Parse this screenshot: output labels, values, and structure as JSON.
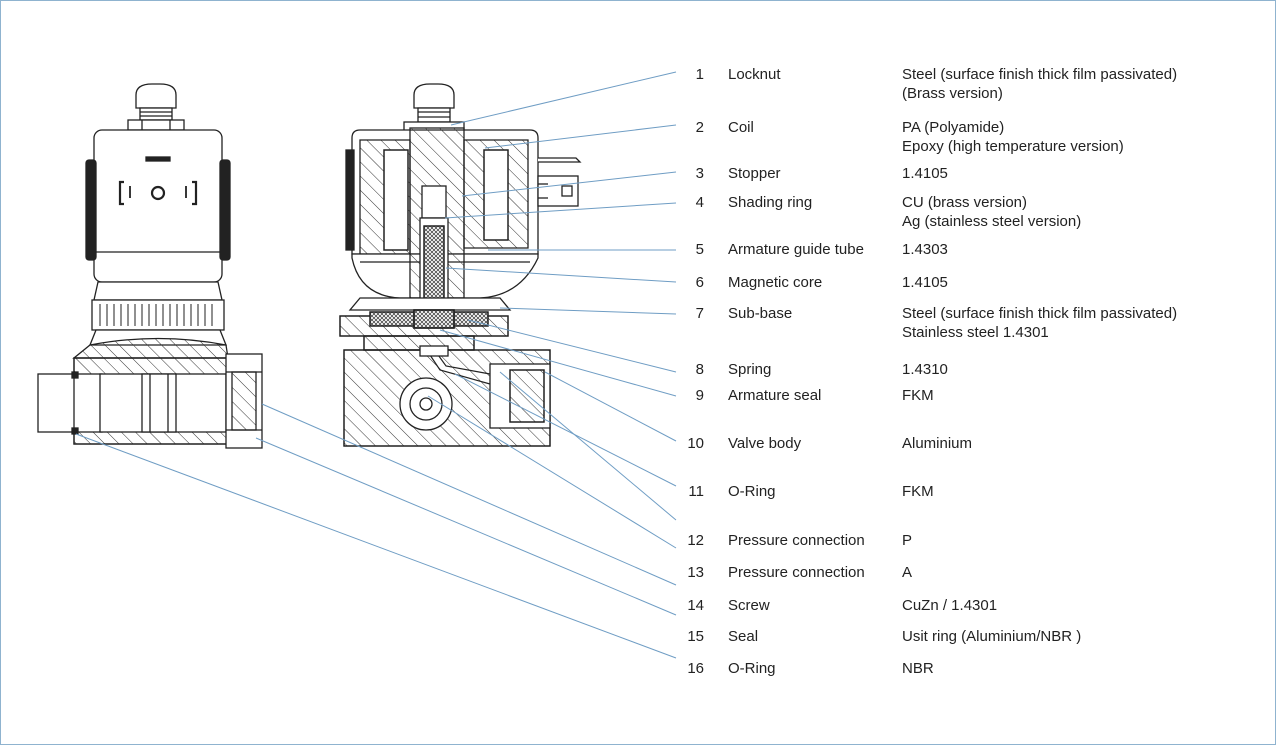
{
  "parts": [
    {
      "num": "1",
      "name": "Locknut",
      "material": [
        "Steel (surface finish thick film passivated)",
        "(Brass version)"
      ]
    },
    {
      "num": "2",
      "name": "Coil",
      "material": [
        "PA (Polyamide)",
        "Epoxy (high temperature version)"
      ]
    },
    {
      "num": "3",
      "name": "Stopper",
      "material": [
        "1.4105"
      ]
    },
    {
      "num": "4",
      "name": "Shading ring",
      "material": [
        "CU (brass version)",
        "Ag (stainless steel version)"
      ]
    },
    {
      "num": "5",
      "name": "Armature guide tube",
      "material": [
        "1.4303"
      ]
    },
    {
      "num": "6",
      "name": "Magnetic core",
      "material": [
        "1.4105"
      ]
    },
    {
      "num": "7",
      "name": "Sub-base",
      "material": [
        "Steel (surface finish thick film passivated)",
        "Stainless steel 1.4301"
      ]
    },
    {
      "num": "8",
      "name": "Spring",
      "material": [
        "1.4310"
      ]
    },
    {
      "num": "9",
      "name": "Armature seal",
      "material": [
        "FKM"
      ]
    },
    {
      "num": "10",
      "name": "Valve body",
      "material": [
        "Aluminium"
      ]
    },
    {
      "num": "11",
      "name": "O-Ring",
      "material": [
        "FKM"
      ]
    },
    {
      "num": "12",
      "name": "Pressure connection",
      "material": [
        "P"
      ]
    },
    {
      "num": "13",
      "name": "Pressure connection",
      "material": [
        "A"
      ]
    },
    {
      "num": "14",
      "name": "Screw",
      "material": [
        "CuZn / 1.4301"
      ]
    },
    {
      "num": "15",
      "name": "Seal",
      "material": [
        "Usit ring (Aluminium/NBR )"
      ]
    },
    {
      "num": "16",
      "name": "O-Ring",
      "material": [
        "NBR"
      ]
    }
  ],
  "colors": {
    "leader": "#6f9dc4",
    "frame": "#8fb3cf",
    "ink": "#222222",
    "hatch": "#333333"
  }
}
